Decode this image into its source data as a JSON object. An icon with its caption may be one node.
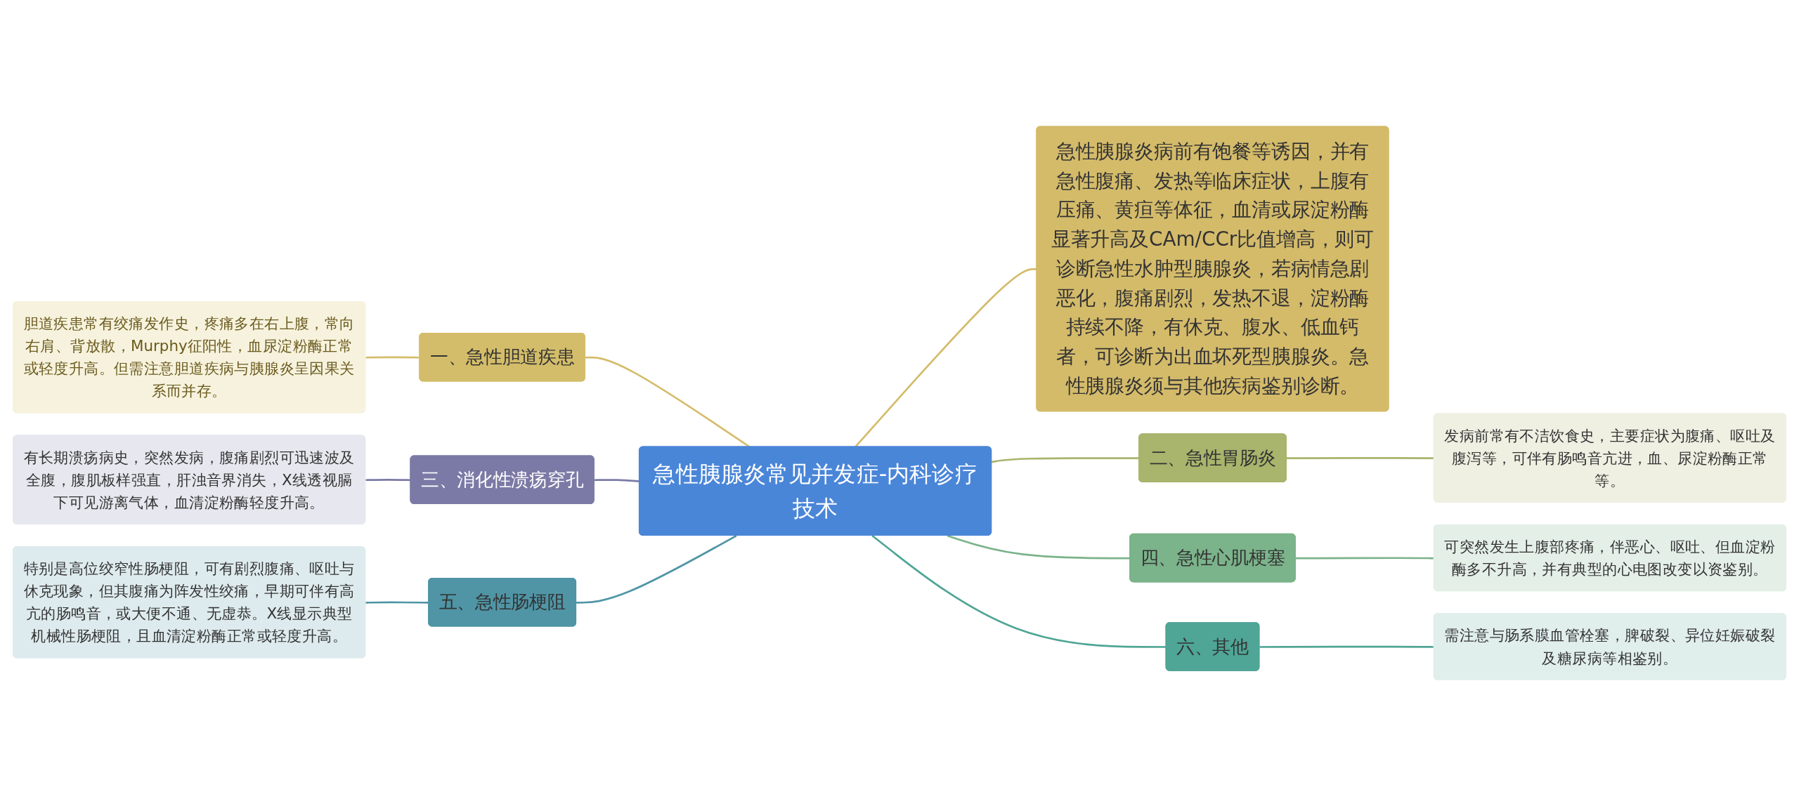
{
  "diagram": {
    "nodes": [
      {
        "text": [
          "急性胰腺炎常见并发症-内科诊疗技术"
        ]
      },
      {
        "text": [
          "一、急性胆道疾患"
        ]
      },
      {
        "text": [
          "胆道疾患常有绞痛发作史，疼痛多在右上腹，常向右肩、背放散，Murphy征阳性，血尿淀粉酶正常或轻度升高。但需注意胆道疾病与胰腺炎呈因果关系而并存。"
        ]
      },
      {
        "text": [
          "三、消化性溃疡穿孔"
        ]
      },
      {
        "text": [
          "有长期溃疡病史，突然发病，腹痛剧烈可迅速波及全腹，腹肌板样强直，肝浊音界消失，X线透视膈下可见游离气体，血清淀粉酶轻度升高。"
        ]
      },
      {
        "text": [
          "五、急性肠梗阻"
        ]
      },
      {
        "text": [
          "特别是高位绞窄性肠梗阻，可有剧烈腹痛、呕吐与休克现象，但其腹痛为阵发性绞痛，早期可伴有高亢的肠鸣音，或大便不通、无虚恭。X线显示典型机械性肠梗阻，且血清淀粉酶正常或轻度升高。"
        ]
      },
      {
        "text": [
          "急性胰腺炎病前有饱餐等诱因，并有急性腹痛、发热等临床症状，上腹有压痛、黄疸等体征，血清或尿淀粉酶显著升高及CAm/CCr比值增高，则可诊断急性水肿型胰腺炎，若病情急剧恶化，腹痛剧烈，发热不退，淀粉酶持续不降，有休克、腹水、低血钙者，可诊断为出血坏死型胰腺炎。急性胰腺炎须与其他疾病鉴别诊断。"
        ]
      },
      {
        "text": [
          "二、急性胃肠炎"
        ]
      },
      {
        "text": [
          "发病前常有不洁饮食史，主要症状为腹痛、呕吐及腹泻等，可伴有肠鸣音亢进，血、尿淀粉酶正常等。"
        ]
      },
      {
        "text": [
          "四、急性心肌梗塞"
        ]
      },
      {
        "text": [
          "可突然发生上腹部疼痛，伴恶心、呕吐、但血淀粉酶多不升高，并有典型的心电图改变以资鉴别。"
        ]
      },
      {
        "text": [
          "六、其他"
        ]
      },
      {
        "text": [
          "需注意与肠系膜血管栓塞，脾破裂、异位妊娠破裂及糖尿病等相鉴别。"
        ]
      }
    ],
    "edges": [
      {
        "from": 0,
        "to": 1,
        "arrow": "none",
        "color": "#d4bd6a"
      },
      {
        "from": 1,
        "to": 2,
        "arrow": "none",
        "color": "#d4bd6a"
      },
      {
        "from": 0,
        "to": 3,
        "arrow": "none",
        "color": "#7b7aa6"
      },
      {
        "from": 3,
        "to": 4,
        "arrow": "none",
        "color": "#7b7aa6"
      },
      {
        "from": 0,
        "to": 5,
        "arrow": "none",
        "color": "#4f95a6"
      },
      {
        "from": 5,
        "to": 6,
        "arrow": "none",
        "color": "#4f95a6"
      },
      {
        "from": 0,
        "to": 7,
        "arrow": "none",
        "color": "#d4bb6a"
      },
      {
        "from": 0,
        "to": 8,
        "arrow": "none",
        "color": "#a9b46c"
      },
      {
        "from": 8,
        "to": 9,
        "arrow": "none",
        "color": "#a9b46c"
      },
      {
        "from": 0,
        "to": 10,
        "arrow": "none",
        "color": "#7bb38a"
      },
      {
        "from": 10,
        "to": 11,
        "arrow": "none",
        "color": "#7bb38a"
      },
      {
        "from": 0,
        "to": 12,
        "arrow": "none",
        "color": "#4fa596"
      },
      {
        "from": 12,
        "to": 13,
        "arrow": "none",
        "color": "#4fa596"
      }
    ]
  }
}
